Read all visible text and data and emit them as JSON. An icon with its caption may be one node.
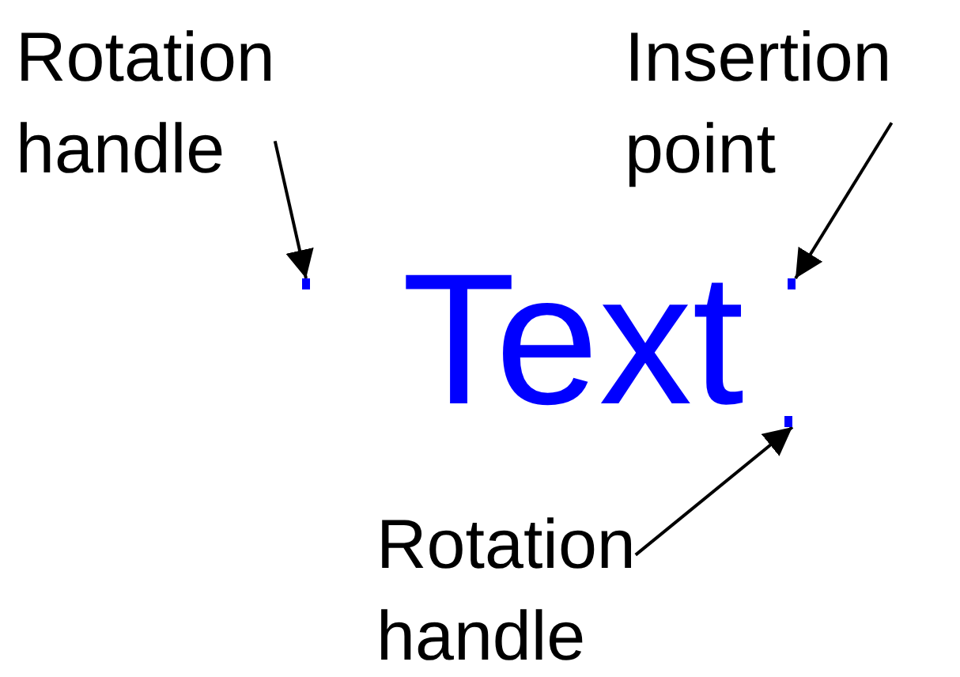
{
  "diagram": {
    "nodes": [
      {
        "text": [
          "Rotation handle"
        ]
      },
      {
        "text": [
          "Insertion point"
        ]
      },
      {
        "text": [],
        "shape": "box"
      },
      {
        "text": [],
        "shape": "box"
      },
      {
        "text": [],
        "shape": "box"
      },
      {
        "text": [
          "Rotation handle"
        ]
      }
    ],
    "edges": [
      {
        "from": 0,
        "to": 2,
        "arrow": "to"
      },
      {
        "from": 1,
        "to": 3,
        "arrow": "to"
      },
      {
        "from": 5,
        "to": 4,
        "arrow": "to"
      }
    ],
    "labels": [
      "Text"
    ]
  }
}
